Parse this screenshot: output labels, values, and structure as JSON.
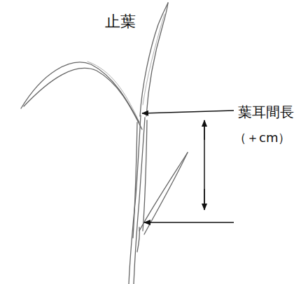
{
  "diagram": {
    "labels": [
      "止葉",
      "葉耳間長",
      "（＋cm）"
    ]
  }
}
